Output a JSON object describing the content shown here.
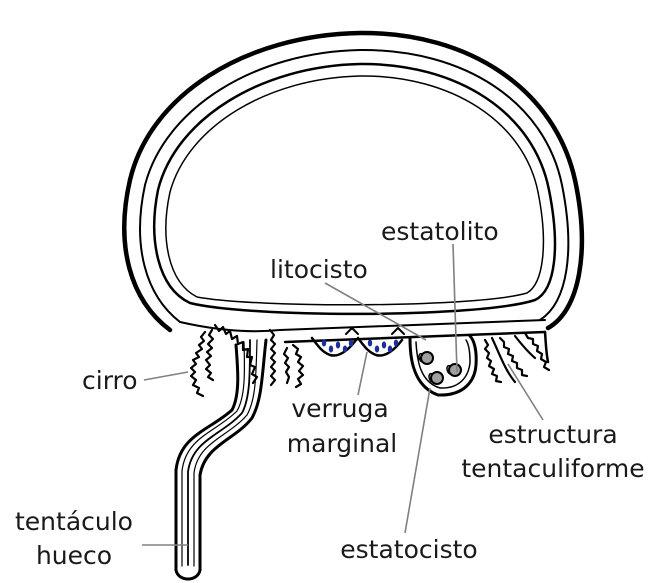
{
  "labels": {
    "estatolito": "estatolito",
    "litocisto": "litocisto",
    "cirro": "cirro",
    "verruga_line1": "verruga",
    "verruga_line2": "marginal",
    "estructura_line1": "estructura",
    "estructura_line2": "tentaculiforme",
    "tentaculo_line1": "tentáculo",
    "tentaculo_line2": "hueco",
    "estatocisto": "estatocisto"
  },
  "colors": {
    "outline": "#000000",
    "leader": "#808080",
    "cnidocyst": "#1a2e9e",
    "statolith": "#a0a0a0",
    "text": "#1a1a1a"
  }
}
